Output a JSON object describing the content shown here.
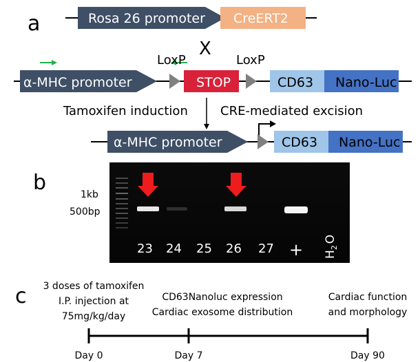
{
  "panel_a": {
    "label": "a",
    "cross_symbol": "X",
    "rosa_promoter": "Rosa 26 promoter",
    "creert2": "CreERT2",
    "loxp_left": "LoxP",
    "loxp_right": "LoxP",
    "mhc_promoter": "α-MHC promoter",
    "stop": "STOP",
    "cd63": "CD63",
    "nanoluc": "Nano-Luc",
    "tamoxifen_induction": "Tamoxifen induction",
    "cre_excision": "CRE-mediated excision",
    "mhc_promoter_2": "α-MHC promoter",
    "cd63_2": "CD63",
    "nanoluc_2": "Nano-Luc",
    "colors": {
      "promoter": "#3e4f66",
      "creert2": "#f4b183",
      "stop": "#d9213a",
      "cd63": "#9fc5e8",
      "nanoluc": "#4472c4",
      "loxp": "#808080",
      "primer_arrow": "#22b14c"
    }
  },
  "panel_b": {
    "label": "b",
    "ladder_1kb": "1kb",
    "ladder_500bp": "500bp",
    "lanes": [
      "23",
      "24",
      "25",
      "26",
      "27",
      "+"
    ],
    "water_label": "H",
    "water_sub": "2",
    "water_o": "O",
    "arrow_color": "#ee1c1c"
  },
  "panel_c": {
    "label": "c",
    "dose_line1": "3 doses of tamoxifen",
    "dose_line2": "I.P. injection at",
    "dose_line3": "75mg/kg/day",
    "expr_line1": "CD63Nanoluc expression",
    "expr_line2": "Cardiac exosome distribution",
    "func_line1": "Cardiac function",
    "func_line2": "and morphology",
    "day0": "Day 0",
    "day7": "Day 7",
    "day90": "Day 90"
  }
}
